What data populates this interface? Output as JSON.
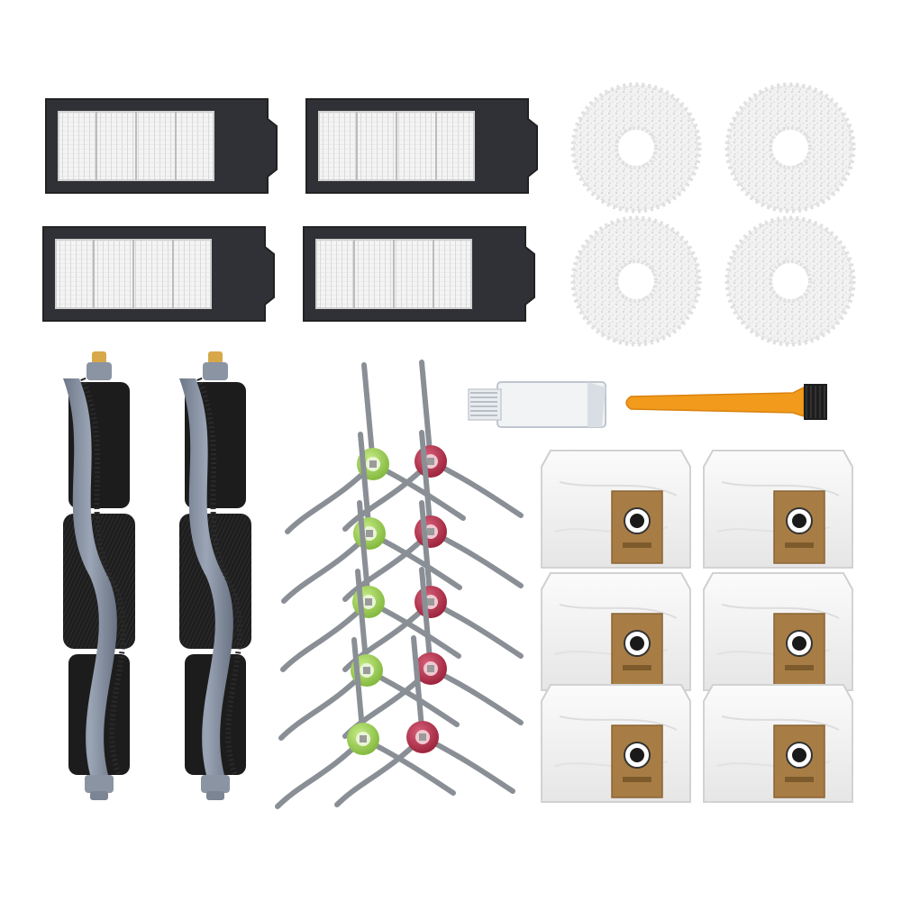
{
  "scene": {
    "background": "#ffffff",
    "kind": "product-photo-robot-vacuum-accessory-kit"
  },
  "items": {
    "hepa_filter": {
      "count": 4,
      "icon": "hepa-filter-icon",
      "frame_color": "#2f3136",
      "media_color": "#f3f3f3"
    },
    "mop_pad": {
      "count": 4,
      "icon": "mop-pad-icon",
      "color": "#f1f1f1"
    },
    "roller_brush": {
      "count": 2,
      "icon": "roller-brush-icon",
      "core_color": "#8792a2",
      "bristle_color": "#1c1c1c",
      "cap_color": "#d7a84a"
    },
    "side_brush_green": {
      "count": 5,
      "icon": "side-brush-icon",
      "hub_color": "#9ccf4f"
    },
    "side_brush_red": {
      "count": 5,
      "icon": "side-brush-icon",
      "hub_color": "#b3304a"
    },
    "cleaning_tool": {
      "count": 1,
      "icon": "cleaning-tool-icon",
      "color": "#f1f3f5"
    },
    "cleaning_brush": {
      "count": 1,
      "icon": "cleaning-brush-icon",
      "color": "#f29a1b"
    },
    "dust_bag": {
      "count": 6,
      "icon": "dust-bag-icon",
      "bag_color": "#f4f4f4",
      "tab_color": "#a87d45"
    }
  }
}
